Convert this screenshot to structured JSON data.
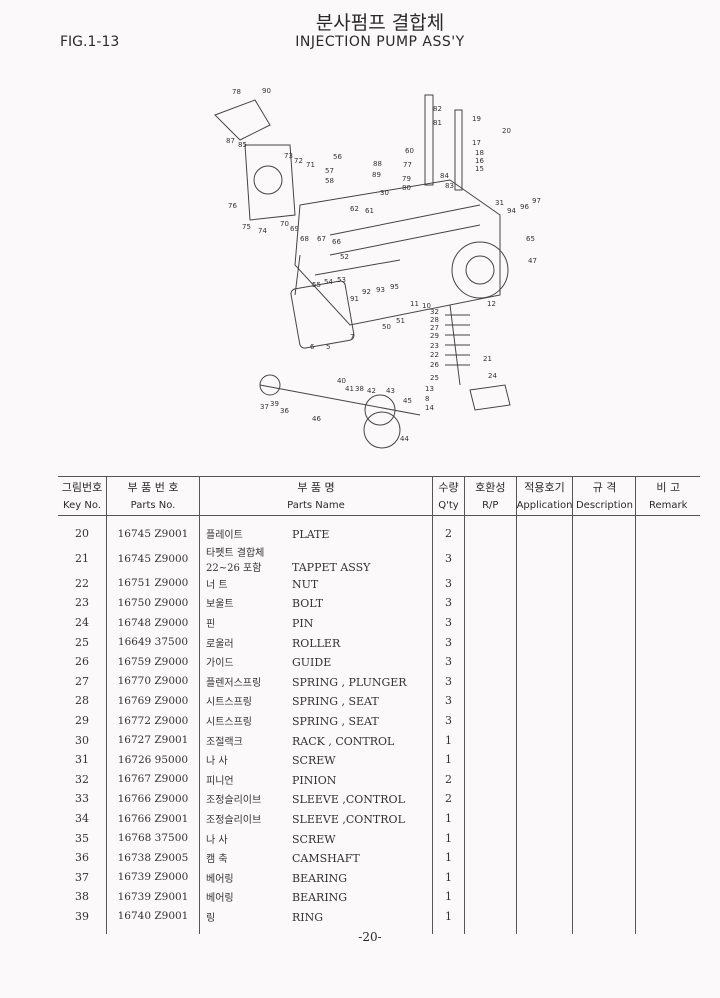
{
  "header": {
    "figure": "FIG.1-13",
    "title_ko": "분사펌프 결합체",
    "title_en": "INJECTION PUMP ASS'Y"
  },
  "diagram": {
    "callouts": [
      "78",
      "90",
      "87",
      "85",
      "73",
      "72",
      "71",
      "56",
      "57",
      "58",
      "88",
      "89",
      "82",
      "81",
      "19",
      "20",
      "60",
      "77",
      "17",
      "18",
      "16",
      "15",
      "84",
      "83",
      "79",
      "80",
      "30",
      "76",
      "75",
      "74",
      "70",
      "69",
      "68",
      "67",
      "66",
      "62",
      "61",
      "31",
      "94",
      "96",
      "97",
      "65",
      "47",
      "52",
      "55",
      "54",
      "53",
      "92",
      "93",
      "95",
      "91",
      "50",
      "51",
      "11",
      "10",
      "12",
      "32",
      "28",
      "27",
      "29",
      "23",
      "22",
      "21",
      "26",
      "25",
      "24",
      "13",
      "8",
      "14",
      "6",
      "5",
      "7",
      "37",
      "39",
      "36",
      "46",
      "40",
      "41",
      "38",
      "42",
      "43",
      "45",
      "44"
    ]
  },
  "table": {
    "headers": {
      "key_ko": "그림번호",
      "key_en": "Key No.",
      "parts_ko": "부 품 번 호",
      "parts_en": "Parts No.",
      "name_ko": "부 품 명",
      "name_en": "Parts Name",
      "qty_ko": "수량",
      "qty_en": "Q'ty",
      "rp_ko": "호환성",
      "rp_en": "R/P",
      "app_ko": "적용호기",
      "app_en": "Application",
      "desc_ko": "규 격",
      "desc_en": "Description",
      "remark_ko": "비 고",
      "remark_en": "Remark"
    },
    "rows": [
      {
        "key": "20",
        "part_no": "16745 Z9001",
        "name_ko": "플레이트",
        "name_en": "PLATE",
        "qty": "2"
      },
      {
        "key": "21",
        "part_no": "16745 Z9000",
        "name_ko": "타펫트 결합체 22~26 포함",
        "name_en": "TAPPET ASSY",
        "qty": "3"
      },
      {
        "key": "22",
        "part_no": "16751 Z9000",
        "name_ko": "너 트",
        "name_en": "NUT",
        "qty": "3"
      },
      {
        "key": "23",
        "part_no": "16750 Z9000",
        "name_ko": "보울트",
        "name_en": "BOLT",
        "qty": "3"
      },
      {
        "key": "24",
        "part_no": "16748 Z9000",
        "name_ko": "핀",
        "name_en": "PIN",
        "qty": "3"
      },
      {
        "key": "25",
        "part_no": "16649 37500",
        "name_ko": "로울러",
        "name_en": "ROLLER",
        "qty": "3"
      },
      {
        "key": "26",
        "part_no": "16759 Z9000",
        "name_ko": "가이드",
        "name_en": "GUIDE",
        "qty": "3"
      },
      {
        "key": "27",
        "part_no": "16770 Z9000",
        "name_ko": "플렌저스프링",
        "name_en": "SPRING , PLUNGER",
        "qty": "3"
      },
      {
        "key": "28",
        "part_no": "16769 Z9000",
        "name_ko": "시트스프링",
        "name_en": "SPRING , SEAT",
        "qty": "3"
      },
      {
        "key": "29",
        "part_no": "16772 Z9000",
        "name_ko": "시트스프링",
        "name_en": "SPRING , SEAT",
        "qty": "3"
      },
      {
        "key": "30",
        "part_no": "16727 Z9001",
        "name_ko": "조절랙크",
        "name_en": "RACK , CONTROL",
        "qty": "1"
      },
      {
        "key": "31",
        "part_no": "16726 95000",
        "name_ko": "나 사",
        "name_en": "SCREW",
        "qty": "1"
      },
      {
        "key": "32",
        "part_no": "16767 Z9000",
        "name_ko": "피니언",
        "name_en": "PINION",
        "qty": "2"
      },
      {
        "key": "33",
        "part_no": "16766 Z9000",
        "name_ko": "조정슬리이브",
        "name_en": "SLEEVE ,CONTROL",
        "qty": "2"
      },
      {
        "key": "34",
        "part_no": "16766 Z9001",
        "name_ko": "조정슬리이브",
        "name_en": "SLEEVE ,CONTROL",
        "qty": "1"
      },
      {
        "key": "35",
        "part_no": "16768 37500",
        "name_ko": "나 사",
        "name_en": "SCREW",
        "qty": "1"
      },
      {
        "key": "36",
        "part_no": "16738 Z9005",
        "name_ko": "캠 축",
        "name_en": "CAMSHAFT",
        "qty": "1"
      },
      {
        "key": "37",
        "part_no": "16739 Z9000",
        "name_ko": "베어링",
        "name_en": "BEARING",
        "qty": "1"
      },
      {
        "key": "38",
        "part_no": "16739 Z9001",
        "name_ko": "베어링",
        "name_en": "BEARING",
        "qty": "1"
      },
      {
        "key": "39",
        "part_no": "16740 Z9001",
        "name_ko": "링",
        "name_en": "RING",
        "qty": "1"
      }
    ]
  },
  "footer": {
    "page": "-20-"
  }
}
